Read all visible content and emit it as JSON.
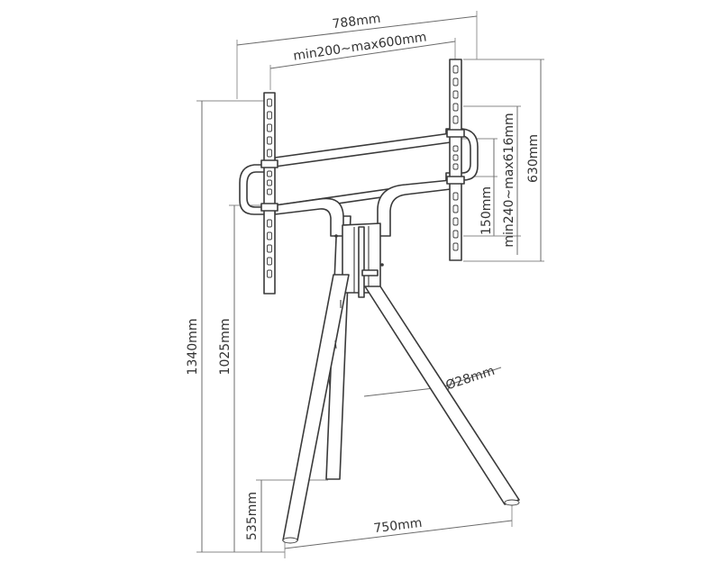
{
  "diagram": {
    "dimensions": {
      "overall_width": "788mm",
      "vesa_horizontal": "min200~max600mm",
      "overall_height": "1340mm",
      "bracket_height": "1025mm",
      "vesa_step": "150mm",
      "vesa_vertical": "min240~max616mm",
      "plate_height": "630mm",
      "tube_diameter": "Ø28mm",
      "foot_height": "535mm",
      "leg_spread": "750mm"
    }
  }
}
